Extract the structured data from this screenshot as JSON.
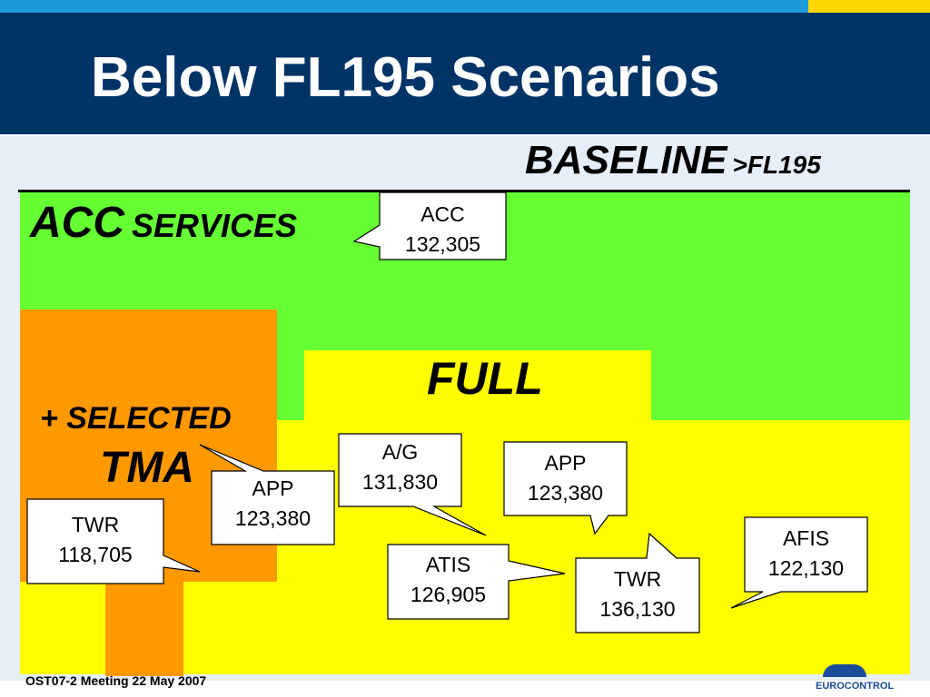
{
  "title": "Below FL195 Scenarios",
  "baseline": {
    "main": "BASELINE",
    "sub": ">FL195"
  },
  "regions": {
    "acc_main": "ACC",
    "acc_sub": "SERVICES",
    "full": "FULL",
    "selected": "+ SELECTED",
    "tma": "TMA"
  },
  "callouts": {
    "acc": {
      "line1": "ACC",
      "line2": "132,305"
    },
    "twr_left": {
      "line1": "TWR",
      "line2": "118,705"
    },
    "app_left": {
      "line1": "APP",
      "line2": "123,380"
    },
    "ag": {
      "line1": "A/G",
      "line2": "131,830"
    },
    "atis": {
      "line1": "ATIS",
      "line2": "126,905"
    },
    "app_right": {
      "line1": "APP",
      "line2": "123,380"
    },
    "twr_right": {
      "line1": "TWR",
      "line2": "136,130"
    },
    "afis": {
      "line1": "AFIS",
      "line2": "122,130"
    }
  },
  "footer": "OST07-2 Meeting  22 May 2007",
  "logo": "EUROCONTROL",
  "colors": {
    "header": "#003366",
    "acc_region": "#66ff33",
    "full_region": "#ffff00",
    "tma_region": "#ff9900"
  }
}
